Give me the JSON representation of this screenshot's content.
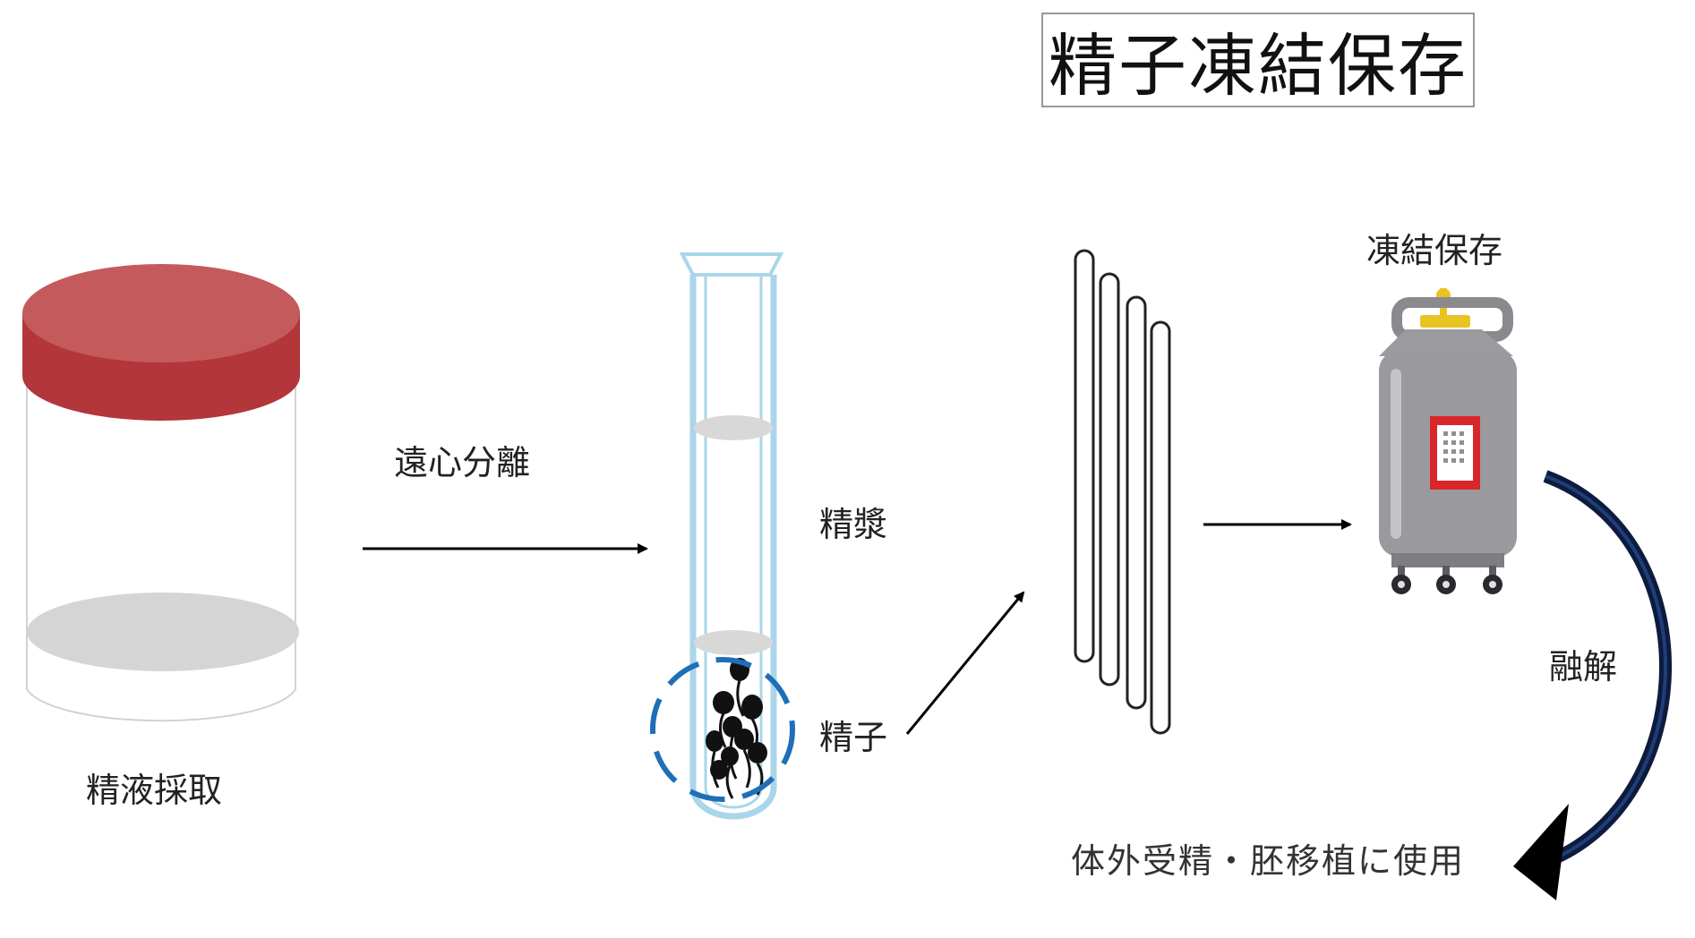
{
  "title": "精子凍結保存",
  "labels": {
    "collection": "精液採取",
    "centrifuge": "遠心分離",
    "seminal_plasma": "精漿",
    "sperm": "精子",
    "freezing": "凍結保存",
    "thaw": "融解",
    "use": "体外受精・胚移植に使用"
  },
  "colors": {
    "cap_red": "#b83a3e",
    "tube_blue": "#a9d6ea",
    "dashed_circle": "#1f6fb8",
    "tank_gray": "#9a9a9e",
    "tank_label_red": "#d9262a",
    "tank_valve_yellow": "#e8c321",
    "curve_arrow": "#0d1b3d"
  }
}
